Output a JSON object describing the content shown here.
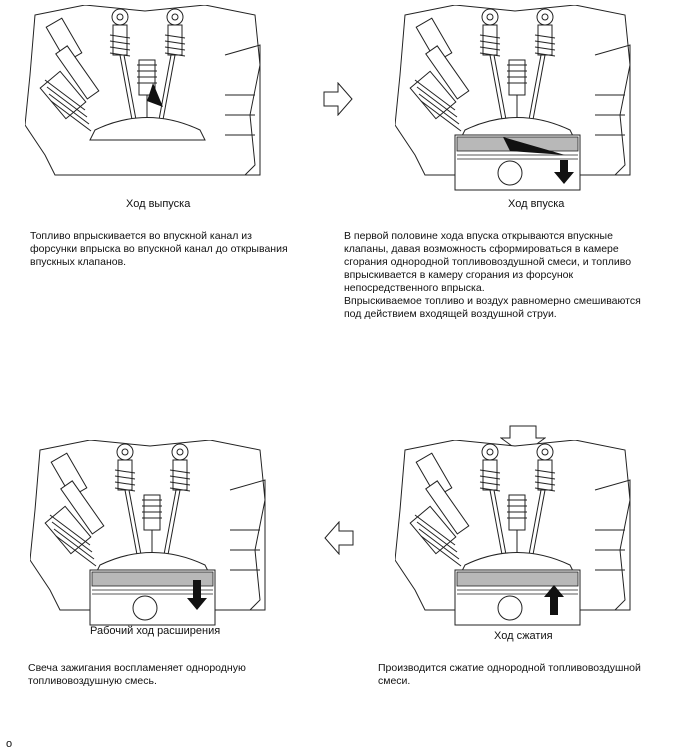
{
  "stages": [
    {
      "caption": "Ход выпуска",
      "description": "Топливо впрыскивается во впускной канал из\nфорсунки впрыска во впускной канал до открывания\nвпускных клапанов.",
      "piston_arrow": "none"
    },
    {
      "caption": "Ход впуска",
      "description": "В первой половине хода впуска открываются впускные\nклапаны, давая возможность сформироваться в камере\nсгорания однородной топливовоздушной смеси, и топливо\nвпрыскивается в камеру сгорания из форсунок\nнепосредственного впрыска.\nВпрыскиваемое топливо и воздух равномерно смешиваются\nпод действием входящей воздушной струи.",
      "piston_arrow": "down"
    },
    {
      "caption": "Рабочий ход расширения",
      "description": "Свеча зажигания воспламеняет однородную\nтопливовоздушную смесь.",
      "piston_arrow": "down"
    },
    {
      "caption": "Ход сжатия",
      "description": "Производится сжатие однородной топливовоздушной\nсмеси.",
      "piston_arrow": "up"
    }
  ],
  "corner_mark": "o",
  "colors": {
    "line": "#222222",
    "fill": "#ffffff",
    "shade": "#b8b8b8"
  }
}
